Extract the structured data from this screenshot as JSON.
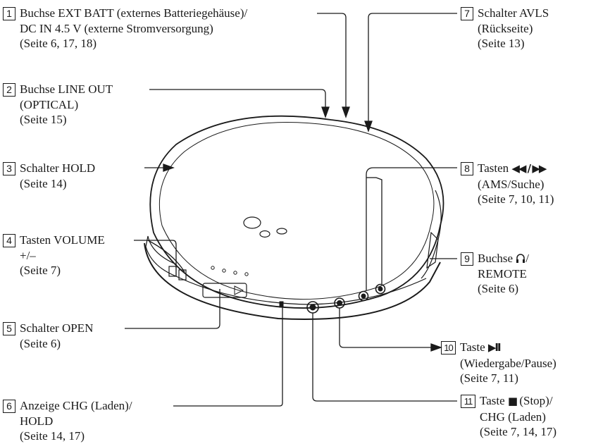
{
  "callouts": [
    {
      "num": "1",
      "lines": [
        "Buchse EXT BATT (externes Batteriegehäuse)/",
        "DC IN 4.5 V (externe Stromversorgung)",
        "(Seite 6, 17, 18)"
      ]
    },
    {
      "num": "2",
      "lines": [
        "Buchse LINE OUT",
        "(OPTICAL)",
        "(Seite 15)"
      ]
    },
    {
      "num": "3",
      "lines": [
        "Schalter HOLD",
        "(Seite 14)"
      ]
    },
    {
      "num": "4",
      "lines": [
        "Tasten VOLUME",
        "+/–",
        "(Seite 7)"
      ]
    },
    {
      "num": "5",
      "lines": [
        "Schalter OPEN",
        "(Seite 6)"
      ]
    },
    {
      "num": "6",
      "lines": [
        "Anzeige CHG (Laden)/",
        "HOLD",
        "(Seite 14, 17)"
      ]
    },
    {
      "num": "7",
      "lines": [
        "Schalter AVLS",
        "(Rückseite)",
        "(Seite 13)"
      ]
    },
    {
      "num": "8",
      "label": "Tasten",
      "symbol": "◀◀ / ▶▶",
      "lines": [
        "(AMS/Suche)",
        "(Seite 7, 10, 11)"
      ]
    },
    {
      "num": "9",
      "label": "Buchse",
      "symbol": "headphones-icon",
      "lines": [
        "REMOTE",
        "(Seite 6)"
      ]
    },
    {
      "num": "10",
      "label": "Taste",
      "symbol": "▶II",
      "lines": [
        "(Wiedergabe/Pause)",
        "(Seite 7, 11)"
      ]
    },
    {
      "num": "11",
      "label": "Taste",
      "symbol": "■",
      "suffix": "(Stop)/",
      "lines": [
        "CHG (Laden)",
        "(Seite 7, 14, 17)"
      ]
    }
  ]
}
